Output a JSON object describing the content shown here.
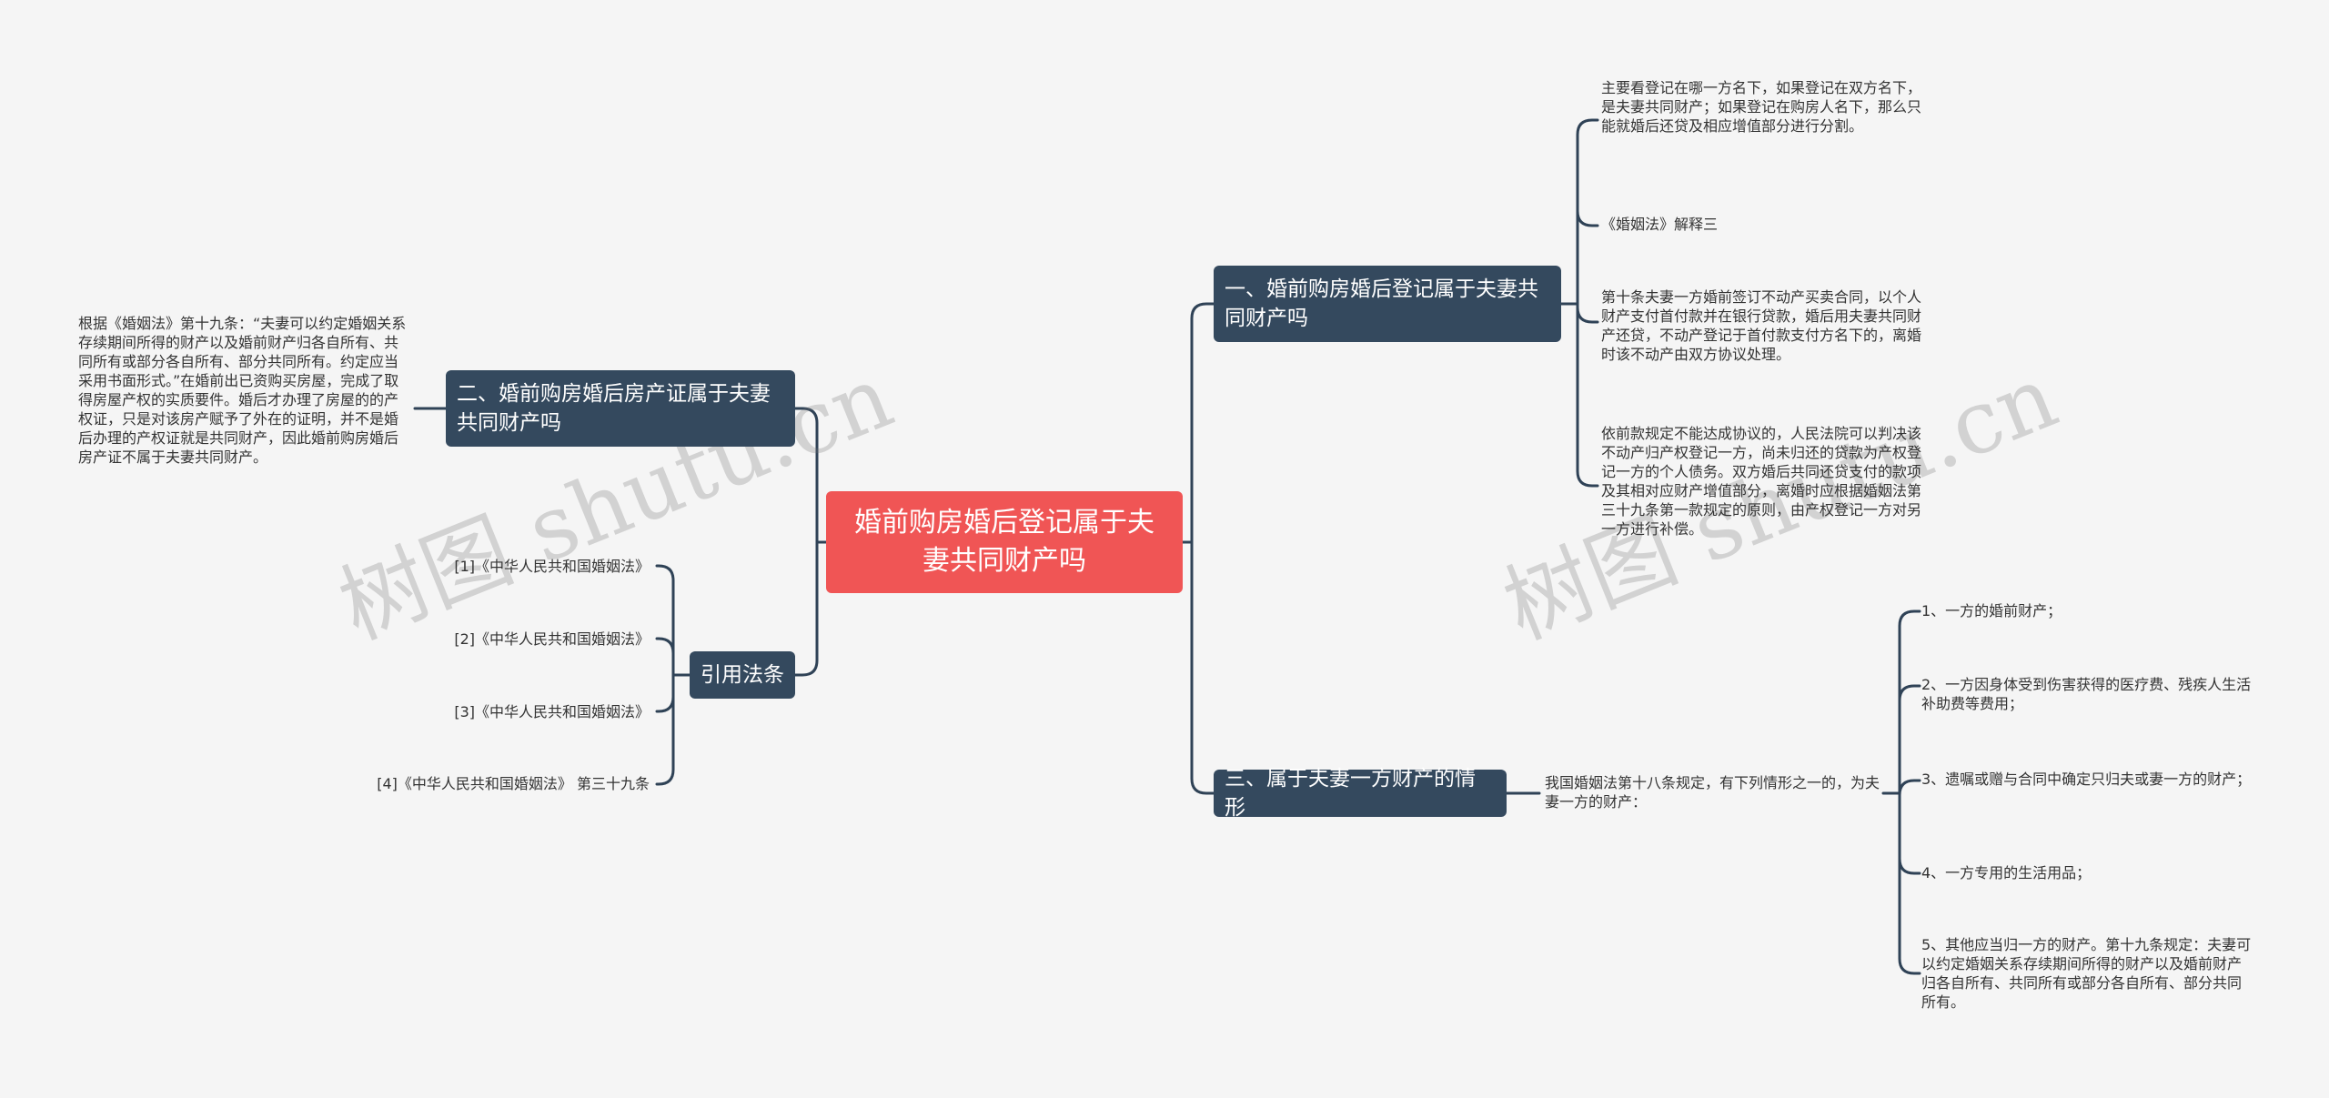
{
  "root": {
    "label": "婚前购房婚后登记属于夫妻共同财产吗"
  },
  "branches": {
    "b1": {
      "label": "一、婚前购房婚后登记属于夫妻共同财产吗"
    },
    "b2": {
      "label": "二、婚前购房婚后房产证属于夫妻共同财产吗"
    },
    "b3": {
      "label": "三、属于夫妻一方财产的情形"
    },
    "b4": {
      "label": "引用法条"
    }
  },
  "b1_leaves": [
    "主要看登记在哪一方名下，如果登记在双方名下，是夫妻共同财产；如果登记在购房人名下，那么只能就婚后还贷及相应增值部分进行分割。",
    "《婚姻法》解释三",
    "第十条夫妻一方婚前签订不动产买卖合同，以个人财产支付首付款并在银行贷款，婚后用夫妻共同财产还贷，不动产登记于首付款支付方名下的，离婚时该不动产由双方协议处理。",
    "依前款规定不能达成协议的，人民法院可以判决该不动产归产权登记一方，尚未归还的贷款为产权登记一方的个人债务。双方婚后共同还贷支付的款项及其相对应财产增值部分，离婚时应根据婚姻法第三十九条第一款规定的原则，由产权登记一方对另一方进行补偿。"
  ],
  "b2_leaf": "根据《婚姻法》第十九条：“夫妻可以约定婚姻关系存续期间所得的财产以及婚前财产归各自所有、共同所有或部分各自所有、部分共同所有。约定应当采用书面形式。”在婚前出已资购买房屋，完成了取得房屋产权的实质要件。婚后才办理了房屋的的产权证，只是对该房产赋予了外在的证明，并不是婚后办理的产权证就是共同财产，因此婚前购房婚后房产证不属于夫妻共同财产。",
  "b3_intro": "我国婚姻法第十八条规定，有下列情形之一的，为夫妻一方的财产：",
  "b3_items": [
    "1、一方的婚前财产；",
    "2、一方因身体受到伤害获得的医疗费、残疾人生活补助费等费用；",
    "3、遗嘱或赠与合同中确定只归夫或妻一方的财产；",
    "4、一方专用的生活用品；",
    "5、其他应当归一方的财产。第十九条规定：夫妻可以约定婚姻关系存续期间所得的财产以及婚前财产归各自所有、共同所有或部分各自所有、部分共同所有。"
  ],
  "b4_items": [
    "[1]《中华人民共和国婚姻法》",
    "[2]《中华人民共和国婚姻法》",
    "[3]《中华人民共和国婚姻法》",
    "[4]《中华人民共和国婚姻法》 第三十九条"
  ],
  "watermarks": [
    "树图 shutu.cn",
    "树图 shutu.cn"
  ],
  "colors": {
    "root_bg": "#f05555",
    "branch_bg": "#34495e",
    "line": "#2f4256",
    "text": "#333333",
    "background": "#f5f5f5"
  }
}
